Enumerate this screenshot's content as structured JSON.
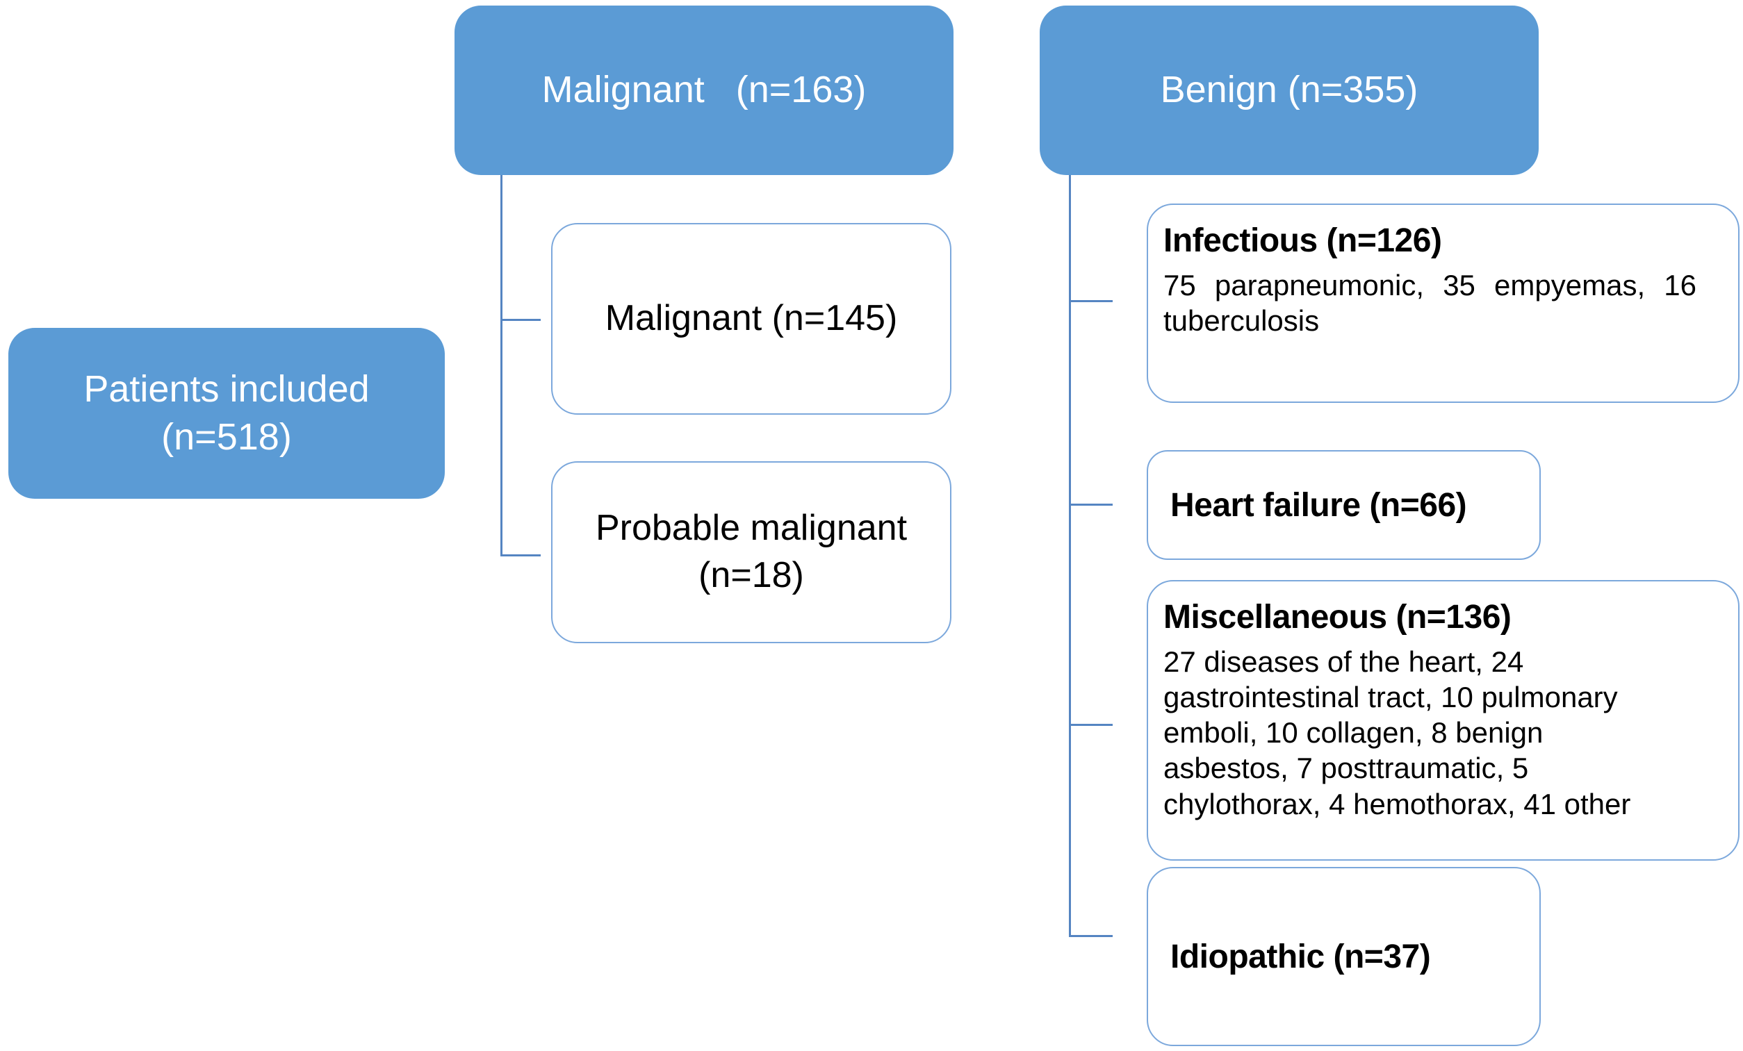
{
  "figure": {
    "description": "Study flow diagram of pleural effusion patients",
    "colors": {
      "node_fill_blue": "#5b9bd5",
      "node_border_blue": "#7ca8dc",
      "connector_blue": "#5585c2",
      "text_on_blue": "#ffffff",
      "text_on_white": "#000000",
      "background": "#ffffff"
    }
  },
  "root": {
    "label": "Patients included\n(n=518)"
  },
  "malignant": {
    "header": "Malignant   (n=163)",
    "children": [
      {
        "label": "Malignant (n=145)"
      },
      {
        "label": "Probable malignant\n(n=18)"
      }
    ]
  },
  "benign": {
    "header": "Benign (n=355)",
    "children": [
      {
        "title": "Infectious (n=126)",
        "body_lines": [
          "75 parapneumonic, 35 empyemas, 16",
          "tuberculosis"
        ]
      },
      {
        "title": "Heart failure (n=66)",
        "body_lines": []
      },
      {
        "title": "Miscellaneous (n=136)",
        "body_lines": [
          "27 diseases of the heart, 24",
          "gastrointestinal tract, 10 pulmonary",
          "emboli, 10 collagen, 8 benign",
          "asbestos, 7 posttraumatic, 5",
          "chylothorax, 4 hemothorax, 41 other"
        ]
      },
      {
        "title": "Idiopathic (n=37)",
        "body_lines": []
      }
    ]
  }
}
